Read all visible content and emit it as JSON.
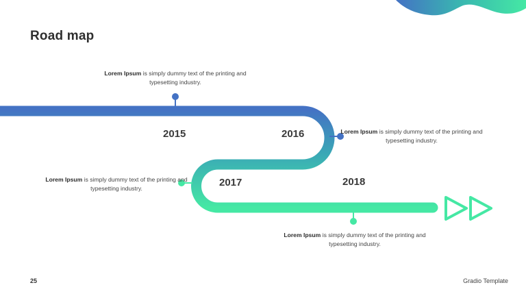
{
  "slide": {
    "title": "Road map",
    "page_number": "25",
    "template_name": "Gradio Template"
  },
  "milestones": [
    {
      "year": "2015",
      "note_bold": "Lorem Ipsum",
      "note_text": " is simply dummy text of the printing and typesetting industry."
    },
    {
      "year": "2016",
      "note_bold": "Lorem Ipsum",
      "note_text": " is simply dummy text of the printing and typesetting industry."
    },
    {
      "year": "2017",
      "note_bold": "Lorem Ipsum",
      "note_text": " is simply dummy text of the printing and typesetting industry."
    },
    {
      "year": "2018",
      "note_bold": "Lorem Ipsum",
      "note_text": " is simply dummy text of the printing and typesetting industry."
    }
  ],
  "colors": {
    "blue": "#4472c4",
    "teal": "#36b3a8",
    "green": "#45e8a4"
  },
  "icons": [
    "fast-forward-icon",
    "wave-decoration"
  ]
}
